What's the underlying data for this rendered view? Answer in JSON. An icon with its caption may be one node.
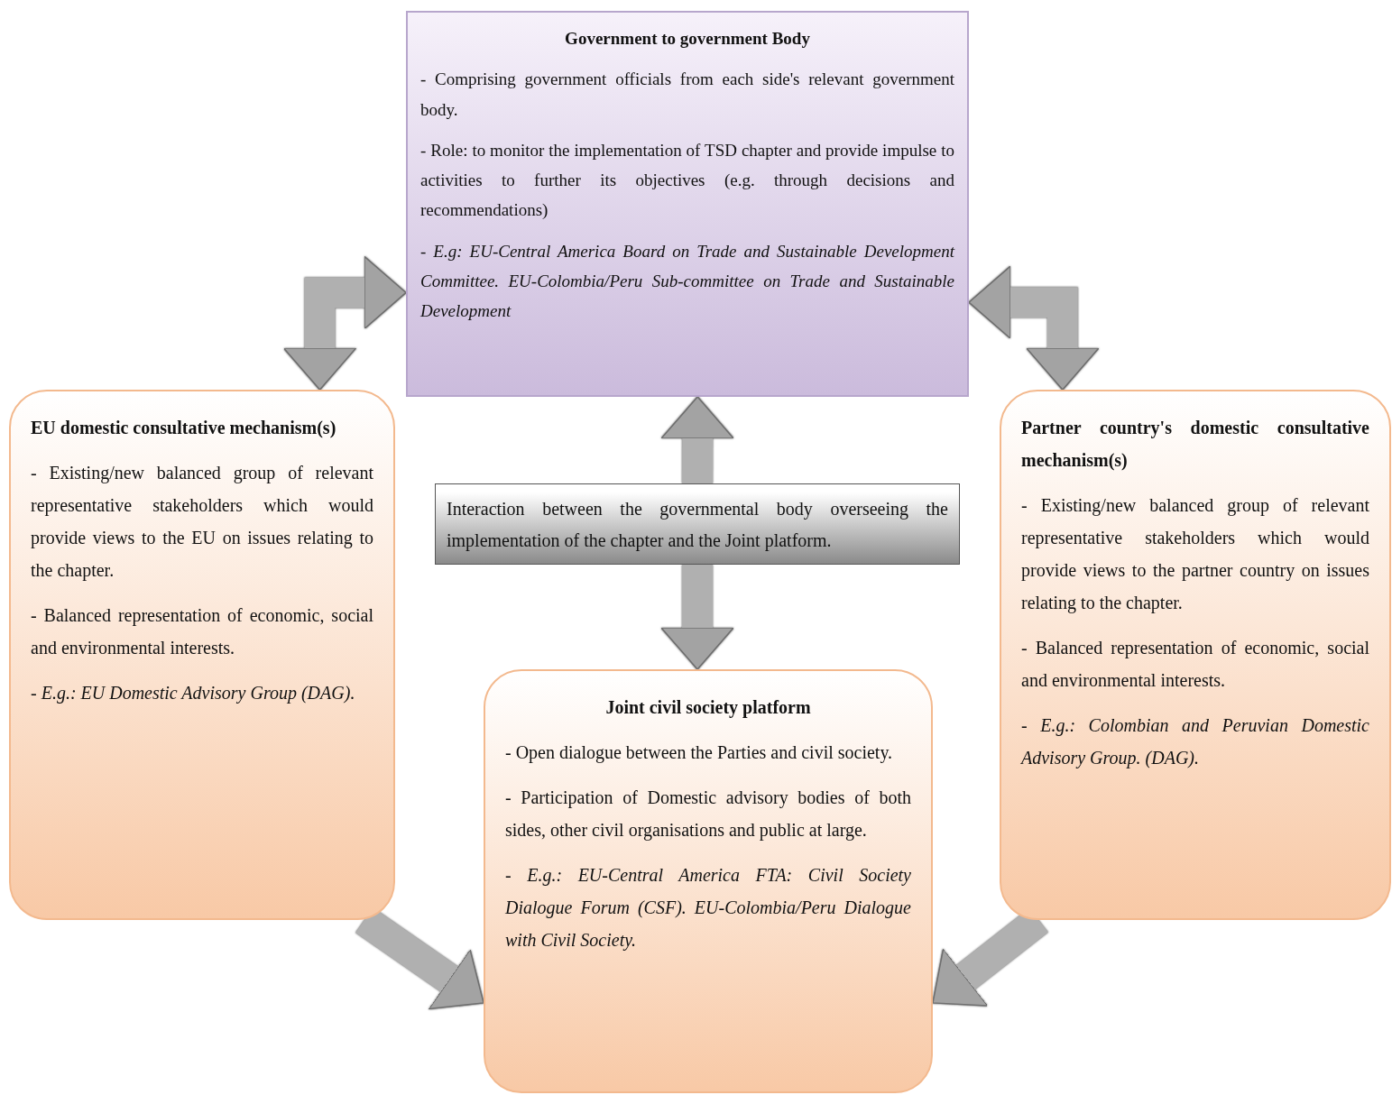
{
  "diagram": {
    "nodes": [
      {
        "text": [
          "Government to government Body",
          "- Comprising government officials from each side's relevant government body.",
          "- Role: to monitor the implementation of TSD chapter and provide impulse to activities to further its objectives (e.g. through decisions and recommendations)",
          "- E.g: EU-Central America Board on Trade and Sustainable Development Committee. EU-Colombia/Peru Sub-committee on Trade and Sustainable Development"
        ]
      },
      {
        "text": [
          "EU domestic consultative mechanism(s)",
          "- Existing/new balanced group of relevant representative stakeholders which would provide views to the EU on issues relating to the chapter.",
          "- Balanced representation of economic, social and environmental interests.",
          "- E.g.: EU Domestic Advisory Group (DAG)."
        ]
      },
      {
        "text": [
          "Interaction between the governmental body overseeing the implementation of the chapter and the Joint platform."
        ]
      },
      {
        "text": [
          "Partner country's domestic consultative mechanism(s)",
          "- Existing/new balanced group of relevant representative stakeholders which would provide views to the partner country on issues relating to the chapter.",
          "- Balanced representation of economic, social and environmental interests.",
          "- E.g.: Colombian and Peruvian Domestic Advisory Group. (DAG)."
        ]
      },
      {
        "text": [
          "Joint civil society platform",
          "- Open dialogue between the Parties and civil society.",
          "- Participation of Domestic advisory bodies of both sides, other civil organisations and public at large.",
          "- E.g.: EU-Central America FTA: Civil Society Dialogue Forum (CSF). EU-Colombia/Peru Dialogue with Civil Society."
        ]
      }
    ],
    "edges": [
      {
        "from": 1,
        "to": 0,
        "arrow": "both"
      },
      {
        "from": 0,
        "to": 3,
        "arrow": "both"
      },
      {
        "from": 2,
        "to": 0,
        "arrow": "to"
      },
      {
        "from": 2,
        "to": 4,
        "arrow": "to"
      },
      {
        "from": 1,
        "to": 4,
        "arrow": "to"
      },
      {
        "from": 3,
        "to": 4,
        "arrow": "to"
      }
    ]
  }
}
